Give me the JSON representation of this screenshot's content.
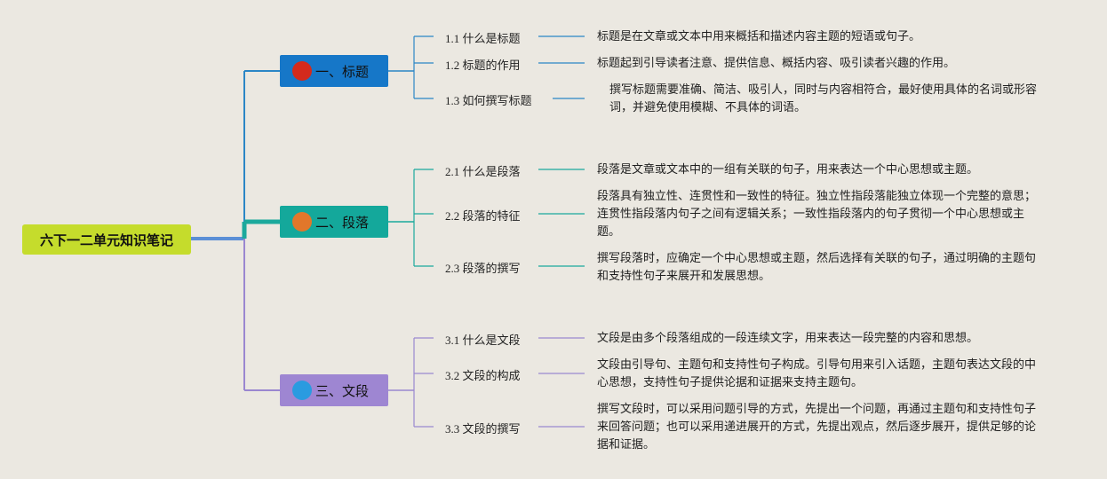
{
  "root": {
    "label": "六下一二单元知识笔记"
  },
  "branches": [
    {
      "number": "1",
      "label": "一、标题",
      "color": "#1677c8",
      "badge_color": "#d42a1c",
      "line_color": "#2b86c6",
      "subs": [
        {
          "label": "1.1 什么是标题",
          "text": "标题是在文章或文本中用来概括和描述内容主题的短语或句子。"
        },
        {
          "label": "1.2 标题的作用",
          "text": "标题起到引导读者注意、提供信息、概括内容、吸引读者兴趣的作用。"
        },
        {
          "label": "1.3 如何撰写标题",
          "text": "撰写标题需要准确、简洁、吸引人，同时与内容相符合，最好使用具体的名词或形容词，并避免使用模糊、不具体的词语。"
        }
      ]
    },
    {
      "number": "2",
      "label": "二、段落",
      "color": "#14a89b",
      "badge_color": "#e2772a",
      "line_color": "#1ba99c",
      "subs": [
        {
          "label": "2.1 什么是段落",
          "text": "段落是文章或文本中的一组有关联的句子，用来表达一个中心思想或主题。"
        },
        {
          "label": "2.2 段落的特征",
          "text": "段落具有独立性、连贯性和一致性的特征。独立性指段落能独立体现一个完整的意思；连贯性指段落内句子之间有逻辑关系；一致性指段落内的句子贯彻一个中心思想或主题。"
        },
        {
          "label": "2.3 段落的撰写",
          "text": "撰写段落时，应确定一个中心思想或主题，然后选择有关联的句子，通过明确的主题句和支持性句子来展开和发展思想。"
        }
      ]
    },
    {
      "number": "3",
      "label": "三、文段",
      "color": "#9e86d2",
      "badge_color": "#2a9be0",
      "line_color": "#9a87d0",
      "subs": [
        {
          "label": "3.1 什么是文段",
          "text": "文段是由多个段落组成的一段连续文字，用来表达一段完整的内容和思想。"
        },
        {
          "label": "3.2 文段的构成",
          "text": "文段由引导句、主题句和支持性句子构成。引导句用来引入话题，主题句表达文段的中心思想，支持性句子提供论据和证据来支持主题句。"
        },
        {
          "label": "3.3 文段的撰写",
          "text": "撰写文段时，可以采用问题引导的方式，先提出一个问题，再通过主题句和支持性句子来回答问题；也可以采用递进展开的方式，先提出观点，然后逐步展开，提供足够的论据和证据。"
        }
      ]
    }
  ]
}
